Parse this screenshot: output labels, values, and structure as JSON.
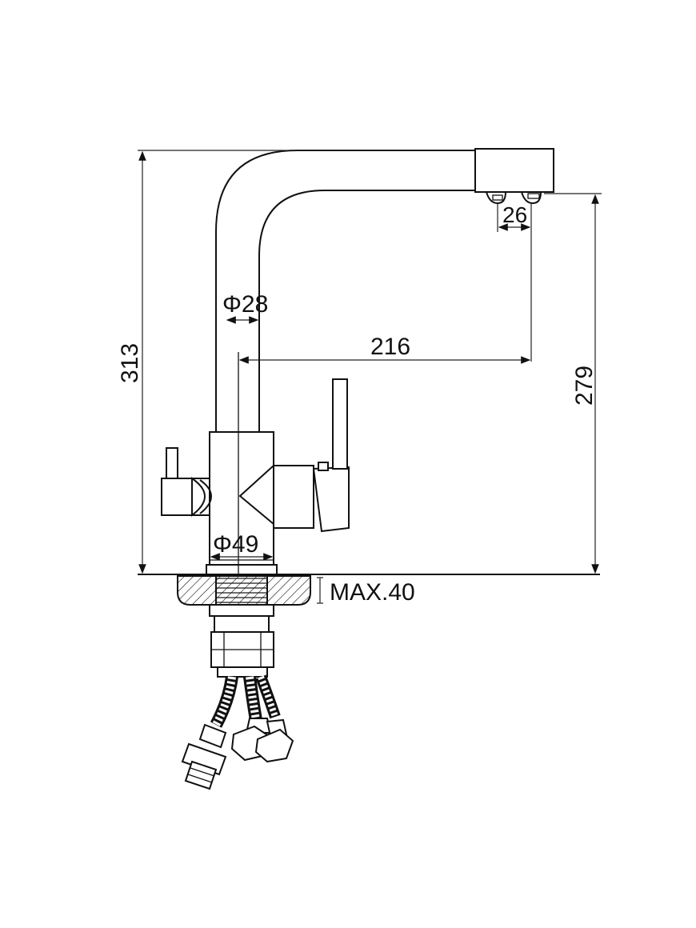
{
  "dimensions": {
    "total_height": "313",
    "spout_height": "279",
    "reach": "216",
    "aerator_spacing": "26",
    "pipe_diameter": "Φ28",
    "body_diameter": "Φ49",
    "max_countertop": "MAX.40"
  },
  "colors": {
    "line": "#111111",
    "background": "#ffffff"
  }
}
